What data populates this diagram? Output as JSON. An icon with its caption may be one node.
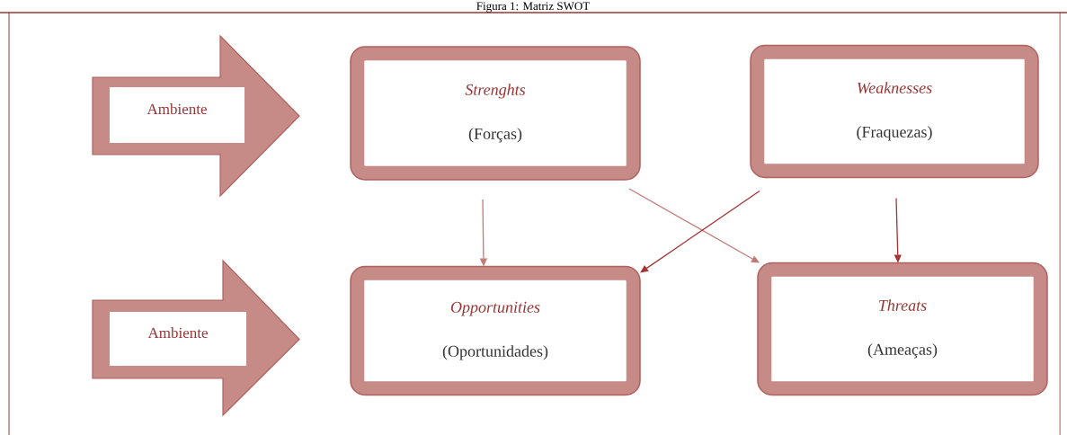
{
  "diagram": {
    "title": "Figura 1: Matriz SWOT",
    "nodes": [
      {
        "text": [
          "Ambiente"
        ]
      },
      {
        "text": [
          "Ambiente"
        ]
      },
      {
        "text": [
          "Strenghts",
          "(Forças)"
        ]
      },
      {
        "text": [
          "Weaknesses",
          "(Fraquezas)"
        ]
      },
      {
        "text": [
          "Opportunities",
          "(Oportunidades)"
        ]
      },
      {
        "text": [
          "Threats",
          "(Ameaças)"
        ]
      }
    ],
    "edges": [
      {
        "from": 2,
        "to": 4,
        "arrow": "to"
      },
      {
        "from": 2,
        "to": 5,
        "arrow": "to"
      },
      {
        "from": 3,
        "to": 4,
        "arrow": "to",
        "color": "#a33535"
      },
      {
        "from": 3,
        "to": 5,
        "arrow": "to",
        "color": "#a33535"
      }
    ]
  }
}
